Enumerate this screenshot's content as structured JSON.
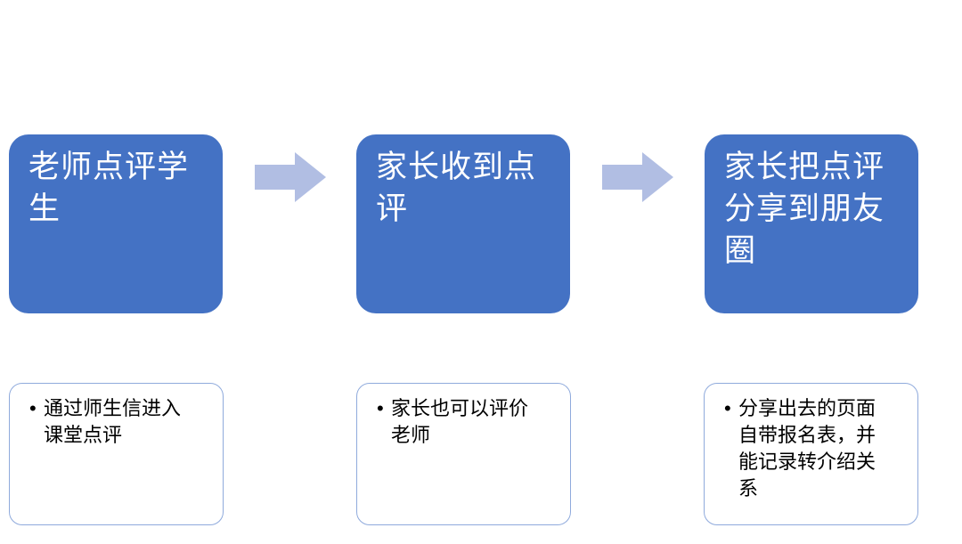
{
  "diagram": {
    "type": "process-flow",
    "bullet_glyph": "•",
    "steps": [
      {
        "title": "老师点评学生",
        "detail": "通过师生信进入课堂点评"
      },
      {
        "title": "家长收到点评",
        "detail": "家长也可以评价老师"
      },
      {
        "title": "家长把点评分享到朋友圈",
        "detail": "分享出去的页面自带报名表，并能记录转介绍关系"
      }
    ]
  },
  "colors": {
    "background": "#ffffff",
    "step_fill": "#4472c4",
    "step_text": "#ffffff",
    "arrow_fill": "#b1bee3",
    "card_border": "#8faadc",
    "card_fill": "#ffffff",
    "detail_text": "#000000"
  }
}
